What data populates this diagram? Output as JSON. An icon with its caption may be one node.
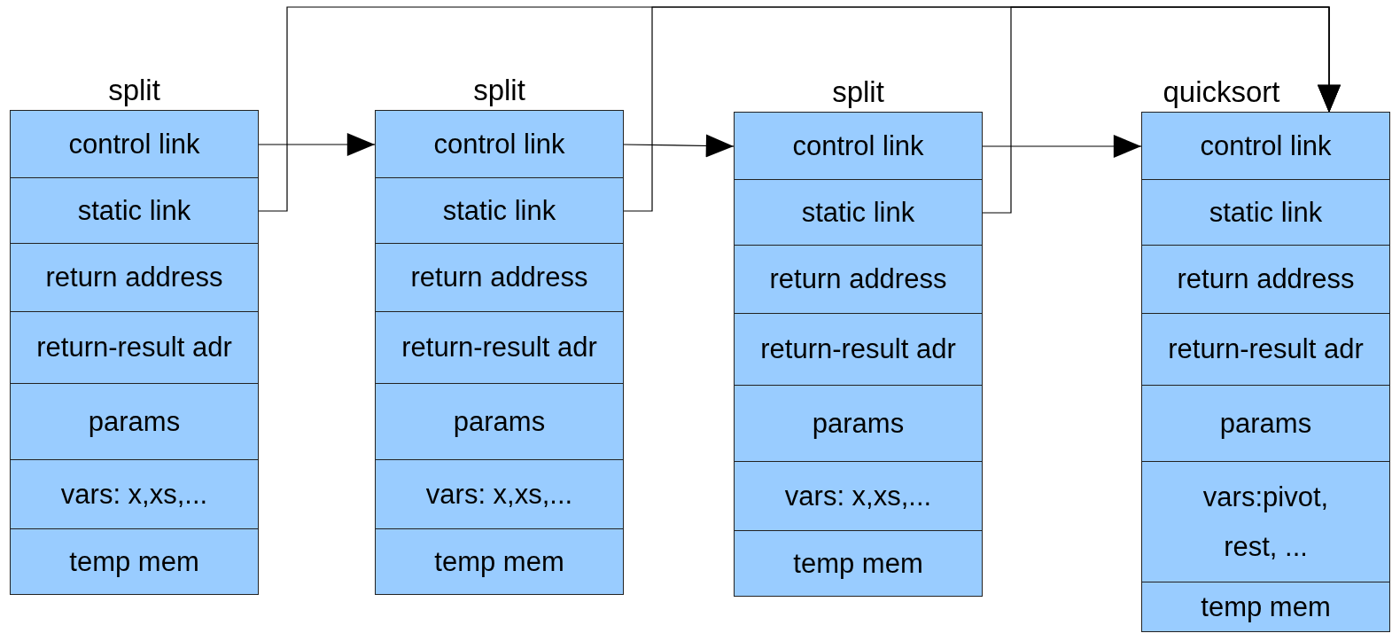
{
  "diagram": {
    "nodes": [
      {
        "text": [
          "split"
        ]
      },
      {
        "text": [
          "control link"
        ],
        "in": 0
      },
      {
        "text": [
          "static link"
        ],
        "in": 0
      },
      {
        "text": [
          "return address"
        ],
        "in": 0
      },
      {
        "text": [
          "return-result adr"
        ],
        "in": 0
      },
      {
        "text": [
          "params"
        ],
        "in": 0
      },
      {
        "text": [
          "vars: x,xs,..."
        ],
        "in": 0
      },
      {
        "text": [
          "temp mem"
        ],
        "in": 0
      },
      {
        "text": [
          "split"
        ]
      },
      {
        "text": [
          "control link"
        ],
        "in": 8
      },
      {
        "text": [
          "static link"
        ],
        "in": 8
      },
      {
        "text": [
          "return address"
        ],
        "in": 8
      },
      {
        "text": [
          "return-result adr"
        ],
        "in": 8
      },
      {
        "text": [
          "params"
        ],
        "in": 8
      },
      {
        "text": [
          "vars: x,xs,..."
        ],
        "in": 8
      },
      {
        "text": [
          "temp mem"
        ],
        "in": 8
      },
      {
        "text": [
          "split"
        ]
      },
      {
        "text": [
          "control link"
        ],
        "in": 16
      },
      {
        "text": [
          "static link"
        ],
        "in": 16
      },
      {
        "text": [
          "return address"
        ],
        "in": 16
      },
      {
        "text": [
          "return-result adr"
        ],
        "in": 16
      },
      {
        "text": [
          "params"
        ],
        "in": 16
      },
      {
        "text": [
          "vars: x,xs,..."
        ],
        "in": 16
      },
      {
        "text": [
          "temp mem"
        ],
        "in": 16
      },
      {
        "text": [
          "quicksort"
        ]
      },
      {
        "text": [
          "control link"
        ],
        "in": 24
      },
      {
        "text": [
          "static link"
        ],
        "in": 24
      },
      {
        "text": [
          "return address"
        ],
        "in": 24
      },
      {
        "text": [
          "return-result adr"
        ],
        "in": 24
      },
      {
        "text": [
          "params"
        ],
        "in": 24
      },
      {
        "text": [
          "vars:pivot, rest, ..."
        ],
        "in": 24
      },
      {
        "text": [
          "temp mem"
        ],
        "in": 24
      }
    ],
    "edges": [
      {
        "from": 1,
        "to": 9,
        "arrow": "to"
      },
      {
        "from": 9,
        "to": 17,
        "arrow": "to"
      },
      {
        "from": 17,
        "to": 25,
        "arrow": "to"
      },
      {
        "from": 2,
        "to": 25,
        "arrow": "to"
      },
      {
        "from": 10,
        "to": 25,
        "arrow": "to"
      },
      {
        "from": 18,
        "to": 25,
        "arrow": "to"
      }
    ]
  }
}
